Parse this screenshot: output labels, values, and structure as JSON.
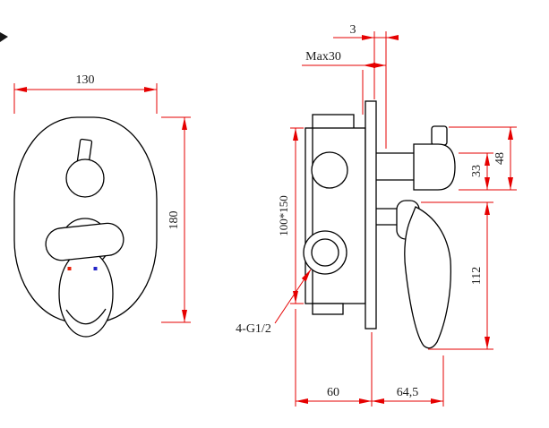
{
  "drawing": {
    "kind": "technical-diagram",
    "subject": "concealed shower mixer valve, two-view dimensioned drawing",
    "views": {
      "front": {
        "dim_width": "130",
        "dim_height": "180"
      },
      "side": {
        "dim_plate_gap": "3",
        "dim_max_wall": "Max30",
        "dim_body": "100*150",
        "dim_outlet_offset": "33",
        "dim_outlet_height": "48",
        "dim_handle_length": "112",
        "dim_body_depth": "60",
        "dim_handle_depth": "64,5",
        "thread_callout": "4-G1/2"
      }
    },
    "colors": {
      "geometry": "#000000",
      "dimension_line": "#e60000",
      "label_text": "#1c1c1c",
      "hot_marker": "#e8210a",
      "cold_marker": "#2426c8",
      "background": "#ffffff"
    }
  }
}
